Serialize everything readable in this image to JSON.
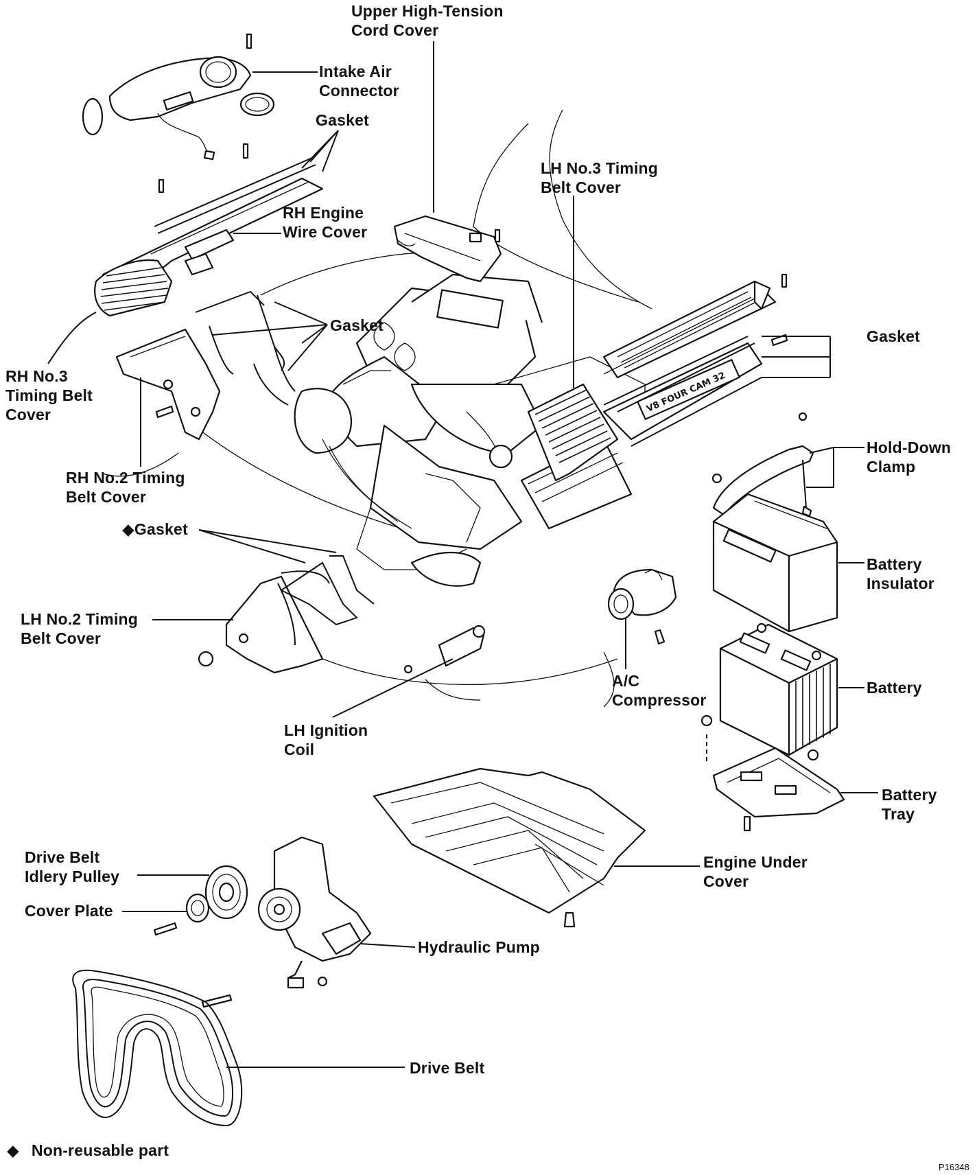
{
  "labels": {
    "upper_cord_cover": [
      "Upper High-Tension",
      "Cord Cover"
    ],
    "intake_air_connector": [
      "Intake Air",
      "Connector"
    ],
    "gasket_top": [
      "Gasket"
    ],
    "lh_no3_timing_belt_cover": [
      "LH No.3 Timing",
      "Belt Cover"
    ],
    "rh_engine_wire_cover": [
      "RH Engine",
      "Wire Cover"
    ],
    "gasket_mid": [
      "Gasket"
    ],
    "gasket_right": [
      "Gasket"
    ],
    "rh_no3_timing_belt_cover": [
      "RH No.3",
      "Timing Belt",
      "Cover"
    ],
    "rh_no2_timing_belt_cover": [
      "RH No.2 Timing",
      "Belt Cover"
    ],
    "gasket_nonreusable": [
      "◆Gasket"
    ],
    "hold_down_clamp": [
      "Hold-Down",
      "Clamp"
    ],
    "battery_insulator": [
      "Battery",
      "Insulator"
    ],
    "lh_no2_timing_belt_cover": [
      "LH No.2 Timing",
      "Belt Cover"
    ],
    "battery": [
      "Battery"
    ],
    "ac_compressor": [
      "A/C",
      "Compressor"
    ],
    "lh_ignition_coil": [
      "LH Ignition",
      "Coil"
    ],
    "battery_tray": [
      "Battery",
      "Tray"
    ],
    "drive_belt_idler_pulley": [
      "Drive Belt",
      "Idlery Pulley"
    ],
    "cover_plate": [
      "Cover Plate"
    ],
    "engine_under_cover": [
      "Engine Under",
      "Cover"
    ],
    "hydraulic_pump": [
      "Hydraulic Pump"
    ],
    "drive_belt": [
      "Drive Belt"
    ]
  },
  "legend": {
    "symbol": "◆",
    "text": "Non-reusable part"
  },
  "engine_badge": "V8 FOUR CAM 32",
  "figure_code": "P16348"
}
